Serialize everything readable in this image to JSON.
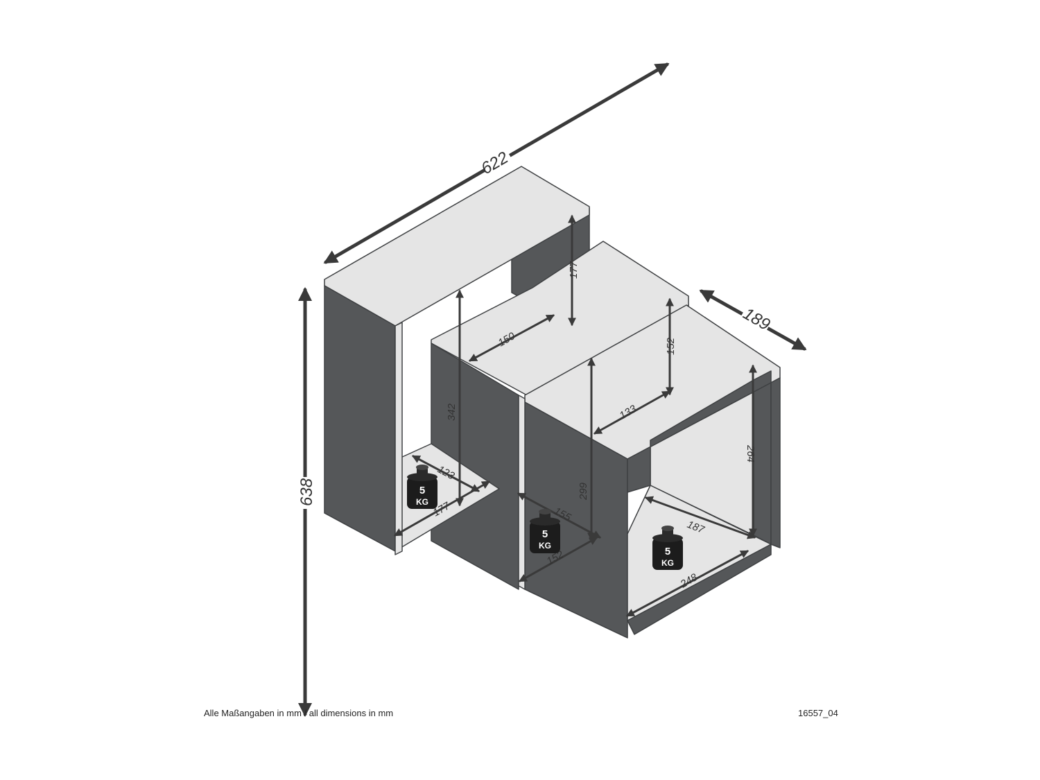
{
  "dimensions": {
    "total_width": "622",
    "total_height": "638",
    "depth": "189",
    "top_box_inner_height": "177",
    "middle_shelf_depth": "150",
    "middle_box_inner_height": "152",
    "left_tall_inner_height": "342",
    "right_box_top_depth": "133",
    "middle_inner_height": "299",
    "right_inner_height": "264",
    "left_shelf_depth": "123",
    "left_shelf_width": "177",
    "middle_shelf_inner_depth": "155",
    "middle_shelf_width": "152",
    "right_shelf_depth": "187",
    "right_shelf_width": "248"
  },
  "weights": [
    {
      "value": "5",
      "unit": "KG"
    },
    {
      "value": "5",
      "unit": "KG"
    },
    {
      "value": "5",
      "unit": "KG"
    }
  ],
  "footer": {
    "note": "Alle Maßangaben in mm / all dimensions in mm",
    "code": "16557_04"
  },
  "colors": {
    "panel_top": "#e5e5e5",
    "panel_side": "#555759",
    "panel_edge": "#3f4143",
    "arrow": "#3a3a3a",
    "weight": "#1c1c1c"
  }
}
